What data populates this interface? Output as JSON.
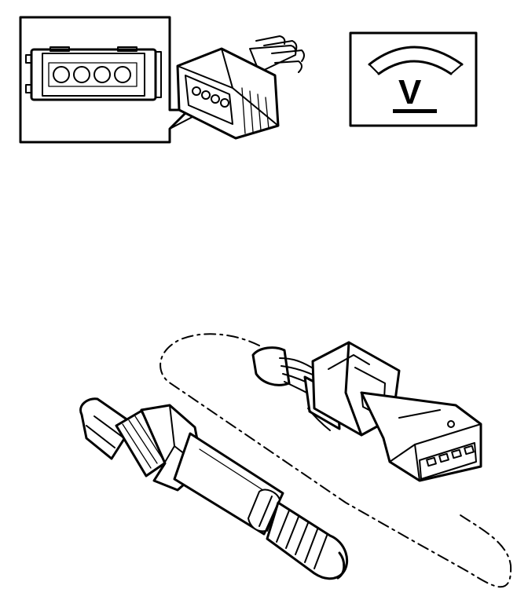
{
  "voltmeter": {
    "symbol": "V"
  },
  "colors": {
    "ink": "#000000",
    "paper": "#ffffff"
  },
  "icons": [
    "connector-pinout-inset",
    "voltmeter-icon",
    "wiring-harness-connector",
    "oxygen-sensor",
    "dash-dot-link-line"
  ]
}
